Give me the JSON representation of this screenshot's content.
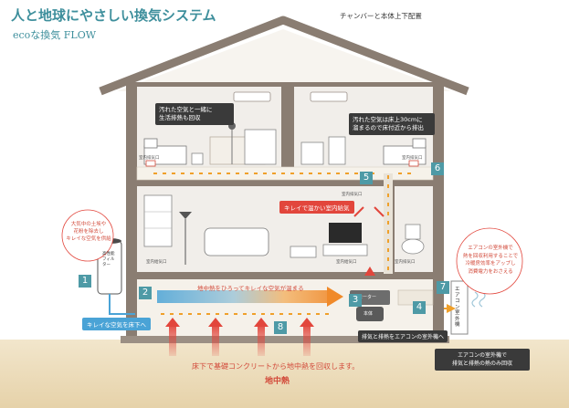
{
  "header": {
    "title": "人と地球にやさしい換気システム",
    "subtitle": "ecoな換気 FLOW",
    "layout_note": "チャンバーと本体上下配置"
  },
  "callouts": {
    "upstairs_left": [
      "汚れた空気と一緒に",
      "生活排熱も回収"
    ],
    "upstairs_right": [
      "汚れた空気は床上30cmに",
      "溜まるので床付近から排出"
    ],
    "midfloor": "キレイで温かい室内給気",
    "outdoor_air": [
      "大気中の土埃や",
      "花粉を除去し",
      "キレイな空気を供給"
    ],
    "underfloor_heat": "地中熱をひろってキレイな空気が温まる",
    "intake_floor": "キレイな空気を床下へ",
    "exhaust_outdoor": "排気と排熱をエアコンの室外機へ",
    "aircon_note": [
      "エアコンの室外機で",
      "熱を回収利用することで",
      "冷暖房効率をアップし",
      "消費電力をおさえる"
    ],
    "aircon_exhaust": [
      "エアコンの室外機で",
      "排気と排熱の熱のみ回収"
    ],
    "ground_heat": "床下で基礎コンクリートから地中熱を回収します。",
    "ground_label": "地中熱"
  },
  "labels": {
    "exhaust_port": "室内排気口",
    "supply_port": "室内給気口",
    "filter": "高性能フィルター",
    "motor": "モーター",
    "unit": "本体",
    "outdoor_unit": "エアコン室外機"
  },
  "steps": [
    "1",
    "2",
    "3",
    "4",
    "5",
    "6",
    "7",
    "8"
  ],
  "colors": {
    "teal": "#4e9aa6",
    "house_brown": "#8a7d72",
    "wall": "#efece7",
    "arrow_orange": "#f0a02a",
    "arrow_red": "#e2463c",
    "arrow_blue": "#4aa3d6",
    "ground": "#e9d9b8"
  }
}
